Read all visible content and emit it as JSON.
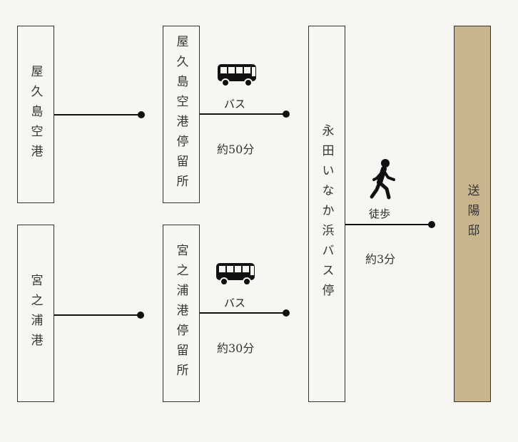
{
  "colors": {
    "background": "#f7f6f2",
    "destination_fill": "#c8b58d",
    "line": "#111111"
  },
  "routes": {
    "airport": {
      "origin": "屋久島空港",
      "stop": "屋久島空港停留所",
      "mode": "バス",
      "mode_icon": "bus-icon",
      "duration": "約50分"
    },
    "port": {
      "origin": "宮之浦港",
      "stop": "宮之浦港停留所",
      "mode": "バス",
      "mode_icon": "bus-icon",
      "duration": "約30分"
    }
  },
  "transfer": {
    "stop": "永田いなか浜バス停",
    "mode": "徒歩",
    "mode_icon": "walking-person-icon",
    "duration": "約3分"
  },
  "destination": {
    "name": "送陽邸"
  }
}
